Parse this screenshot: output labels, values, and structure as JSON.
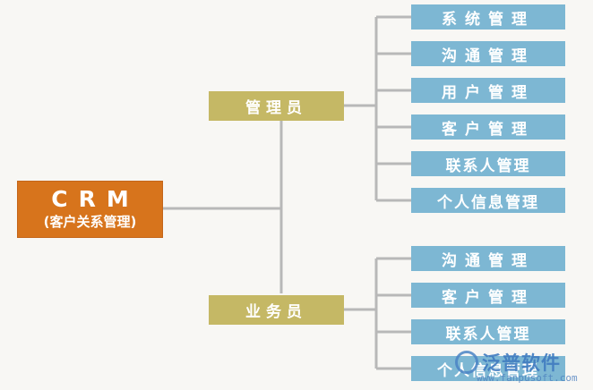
{
  "colors": {
    "root": "#d7741c",
    "role": "#c5b865",
    "leaf": "#7db7d3",
    "connector": "#b8b8b8",
    "watermark": "#3f7bc0"
  },
  "diagram": {
    "root": {
      "title": "CRM",
      "subtitle": "(客户关系管理)"
    },
    "roles": [
      {
        "label": "管理员",
        "children": [
          "系统管理",
          "沟通管理",
          "用户管理",
          "客户管理",
          "联系人管理",
          "个人信息管理"
        ]
      },
      {
        "label": "业务员",
        "children": [
          "沟通管理",
          "客户管理",
          "联系人管理",
          "个人信息管理"
        ]
      }
    ]
  },
  "watermark": {
    "brand": "泛普软件",
    "url": "www.fanpusoft.com"
  }
}
